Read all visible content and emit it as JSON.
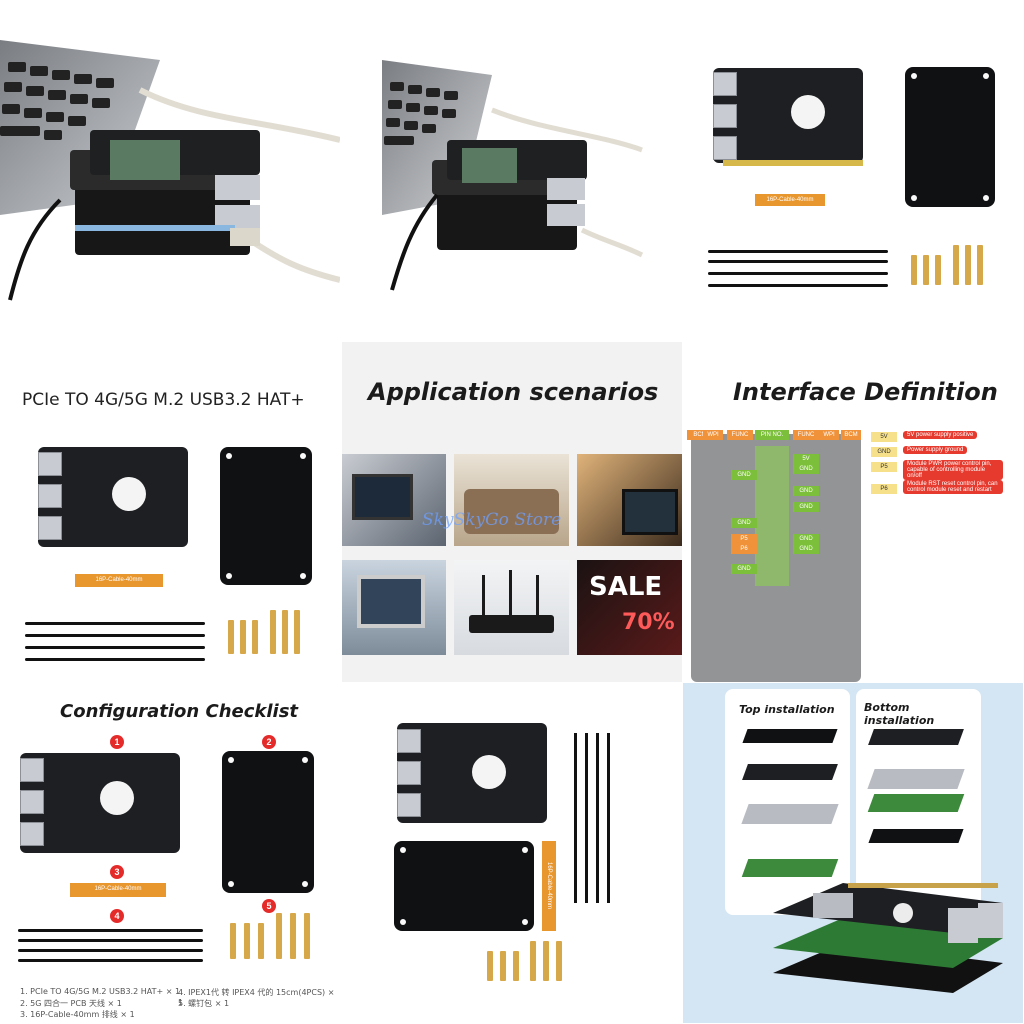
{
  "tile4": {
    "title": "PCIe TO 4G/5G M.2 USB3.2 HAT+",
    "cable_label": "16P-Cable-40mm"
  },
  "tile3": {
    "cable_label": "16P-Cable-40mm"
  },
  "tile5": {
    "title": "Application scenarios",
    "watermark": "SkySkyGo Store",
    "sale_text": "SALE",
    "sale_pct": "70%"
  },
  "tile6": {
    "title": "Interface Definition",
    "header_left": [
      "BCM",
      "WPI",
      "FUNC"
    ],
    "header_mid": "PIN NO.",
    "header_right": [
      "FUNC",
      "WPI",
      "BCM"
    ],
    "pin_labels": [
      {
        "left": "",
        "right": "5V"
      },
      {
        "left": "GND",
        "right": "GND"
      },
      {
        "left": "",
        "right": "GND"
      },
      {
        "left": "",
        "right": "GND"
      },
      {
        "left": "GND",
        "right": ""
      },
      {
        "left": "P5",
        "right": "GND"
      },
      {
        "left": "P6",
        "right": "GND"
      },
      {
        "left": "GND",
        "right": ""
      }
    ],
    "legend": [
      {
        "tag": "5V",
        "desc": "5V power supply positive"
      },
      {
        "tag": "GND",
        "desc": "Power supply ground"
      },
      {
        "tag": "P5",
        "desc": "Module PWR power control pin, capable of controlling module on/off"
      },
      {
        "tag": "P6",
        "desc": "Module RST reset control pin, can control module reset and restart"
      }
    ]
  },
  "tile7": {
    "title": "Configuration Checklist",
    "badges": [
      "1",
      "2",
      "3",
      "4",
      "5"
    ],
    "cable_label": "16P-Cable-40mm",
    "list_left": [
      "1.  PCIe TO 4G/5G M.2 USB3.2 HAT+ × 1",
      "2.  5G 四合一 PCB 天线 × 1",
      "3.  16P-Cable-40mm 排线 × 1"
    ],
    "list_right": [
      "4.  IPEX1代 转 IPEX4 代的 15cm(4PCS) × 1",
      "5.  螺钉包 × 1"
    ]
  },
  "tile8": {
    "cable_label": "16P-Cable-40mm"
  },
  "tile9": {
    "top_label": "Top installation",
    "bottom_label": "Bottom installation"
  },
  "colors": {
    "fpc": "#e8962e",
    "board": "#1e1f22",
    "badge": "#e52a2a",
    "legend_red": "#e63a2e",
    "pin_green": "#7cbf3a",
    "pin_orange": "#f0923a"
  }
}
